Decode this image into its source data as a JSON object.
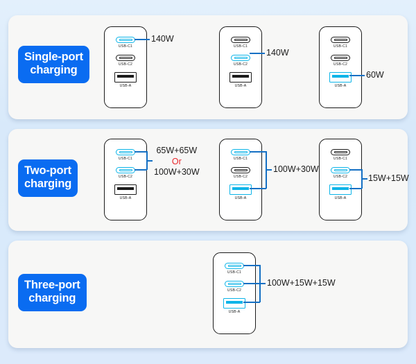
{
  "theme": {
    "background_top": "#e3f0fc",
    "background_bottom": "#dceafb",
    "panel_bg": "#f7f7f6",
    "badge_bg": "#0a6cf1",
    "badge_text": "#ffffff",
    "highlight": "#0bb4e8",
    "connector": "#1570c4",
    "or_color": "#e8252a",
    "outline": "#1b1b1b"
  },
  "port_labels": {
    "usbc1": "USB-C1",
    "usbc2": "USB-C2",
    "usba": "USB-A"
  },
  "sections": [
    {
      "id": "single-port",
      "badge_line1": "Single-port",
      "badge_line2": "charging",
      "devices": [
        {
          "id": "single-usbc1",
          "active_ports": [
            "usbc1"
          ],
          "annotation": {
            "lines": [
              "140W"
            ],
            "or": false
          }
        },
        {
          "id": "single-usbc2",
          "active_ports": [
            "usbc2"
          ],
          "annotation": {
            "lines": [
              "140W"
            ],
            "or": false
          }
        },
        {
          "id": "single-usba",
          "active_ports": [
            "usba"
          ],
          "annotation": {
            "lines": [
              "60W"
            ],
            "or": false
          }
        }
      ]
    },
    {
      "id": "two-port",
      "badge_line1": "Two-port",
      "badge_line2": "charging",
      "devices": [
        {
          "id": "two-c1c2",
          "active_ports": [
            "usbc1",
            "usbc2"
          ],
          "annotation": {
            "lines": [
              "65W+65W",
              "Or",
              "100W+30W"
            ],
            "or": true,
            "or_index": 1
          }
        },
        {
          "id": "two-c1a",
          "active_ports": [
            "usbc1",
            "usba"
          ],
          "annotation": {
            "lines": [
              "100W+30W"
            ],
            "or": false
          }
        },
        {
          "id": "two-c2a",
          "active_ports": [
            "usbc2",
            "usba"
          ],
          "annotation": {
            "lines": [
              "15W+15W"
            ],
            "or": false
          }
        }
      ]
    },
    {
      "id": "three-port",
      "badge_line1": "Three-port",
      "badge_line2": "charging",
      "devices": [
        {
          "id": "three-all",
          "active_ports": [
            "usbc1",
            "usbc2",
            "usba"
          ],
          "annotation": {
            "lines": [
              "100W+15W+15W"
            ],
            "or": false
          }
        }
      ]
    }
  ]
}
